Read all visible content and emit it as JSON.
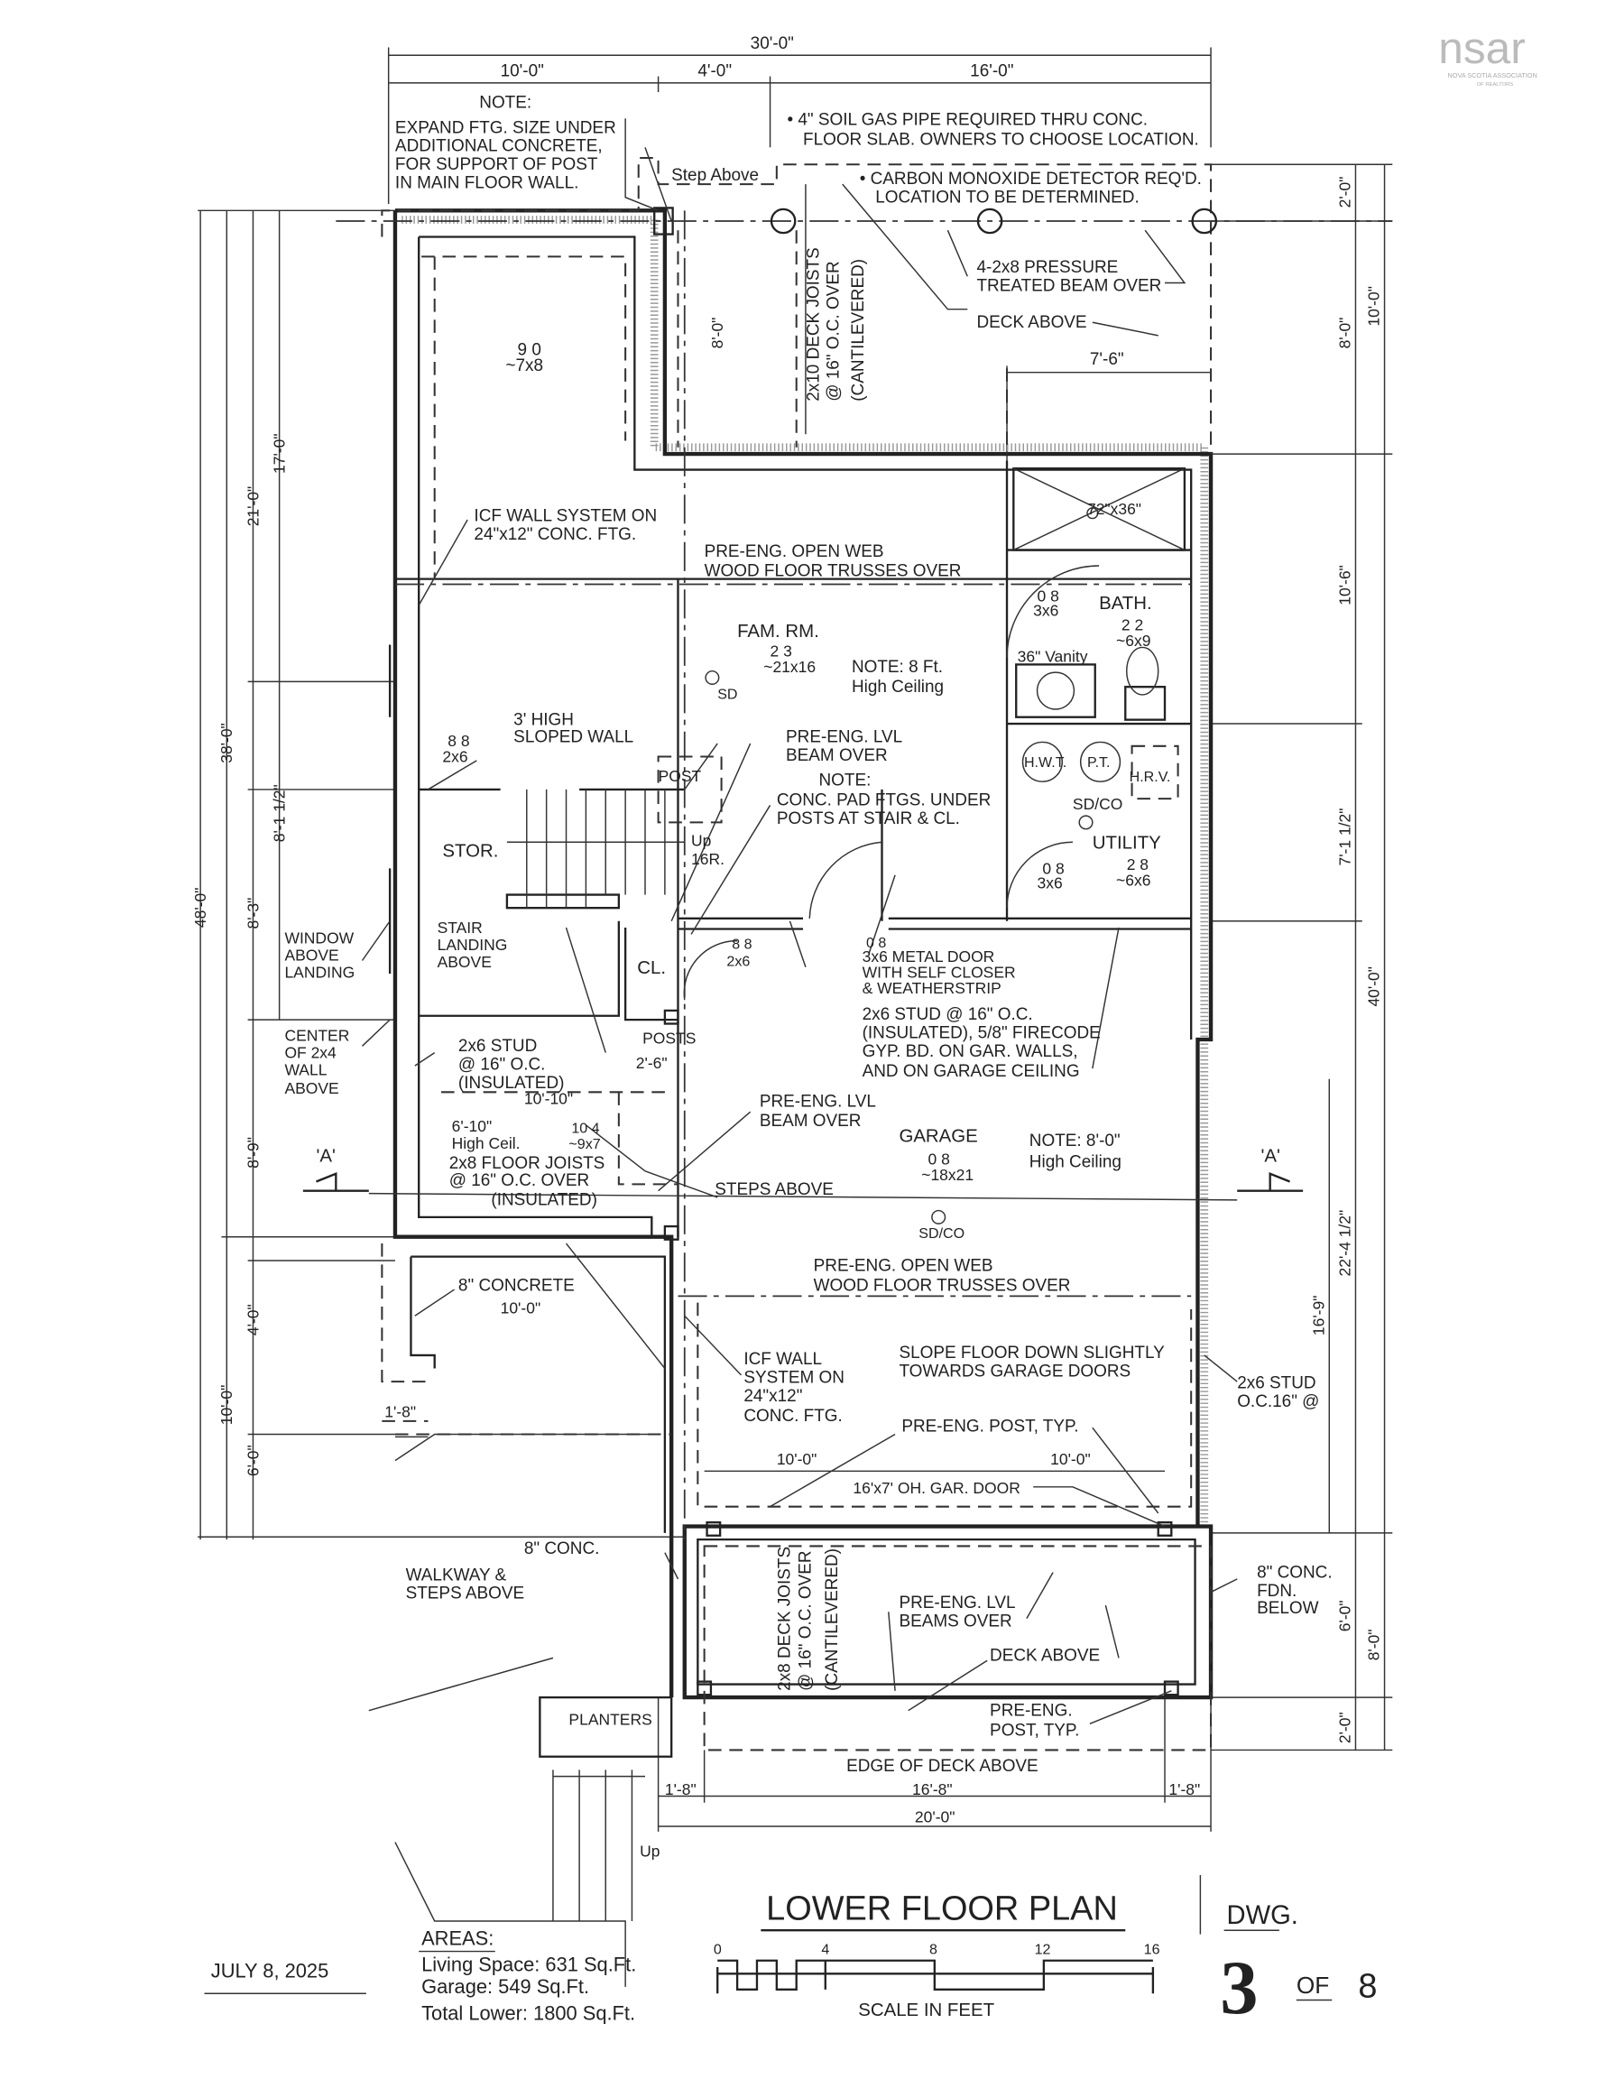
{
  "logo": {
    "text": "nsar",
    "subtitle_1": "NOVA SCOTIA ASSOCIATION",
    "subtitle_2": "OF REALTORS"
  },
  "title_block": {
    "title": "LOWER FLOOR PLAN",
    "date": "JULY 8, 2025",
    "areas_title": "AREAS:",
    "areas": [
      "Living Space: 631 Sq.Ft.",
      "Garage: 549 Sq.Ft.",
      "Total Lower: 1800 Sq.Ft."
    ],
    "scale_ticks": [
      "0",
      "4",
      "8",
      "12",
      "16"
    ],
    "scale_label": "SCALE IN FEET",
    "dwg_label": "DWG.",
    "sheet_number": "3",
    "of_label": "OF",
    "sheet_total": "8"
  },
  "labels": {
    "dim_30": "30'-0\"",
    "dim_10a": "10'-0\"",
    "dim_4": "4'-0\"",
    "dim_16": "16'-0\"",
    "note_title": "NOTE:",
    "note_1": "EXPAND FTG. SIZE UNDER",
    "note_2": "ADDITIONAL CONCRETE,",
    "note_3": "FOR SUPPORT OF POST",
    "note_4": "IN MAIN FLOOR WALL.",
    "soil_1": "• 4\" SOIL GAS PIPE REQUIRED THRU CONC.",
    "soil_2": "FLOOR SLAB. OWNERS TO CHOOSE LOCATION.",
    "step_above": "Step Above",
    "co_1": "• CARBON MONOXIDE DETECTOR REQ'D.",
    "co_2": "LOCATION TO BE DETERMINED.",
    "beam_1": "4-2x8 PRESSURE",
    "beam_2": "TREATED BEAM OVER",
    "deck_above_top": "DECK ABOVE",
    "dim_7_6": "7'-6\"",
    "joist_top_1": "2x10 DECK JOISTS",
    "joist_top_2": "@ 16\" O.C. OVER",
    "joist_top_3": "(CANTILEVERED)",
    "stor_top_a": "9 0",
    "stor_top_b": "~7x8",
    "dim_8_top": "8'-0\"",
    "r_2a": "2'-0\"",
    "r_8a": "8'-0\"",
    "r_10a": "10'-0\"",
    "r_10_6": "10'-6\"",
    "r_7_1": "7'-1 1/2\"",
    "r_40": "40'-0\"",
    "r_22_4": "22'-4 1/2\"",
    "r_16_9": "16'-9\"",
    "r_6": "6'-0\"",
    "r_8b": "8'-0\"",
    "r_2b": "2'-0\"",
    "l_21": "21'-0\"",
    "l_17": "17'-0\"",
    "l_38": "38'-0\"",
    "l_8_1": "8'-1 1/2\"",
    "l_8_3": "8'-3\"",
    "l_48": "48'-0\"",
    "l_8_9": "8'-9\"",
    "l_4": "4'-0\"",
    "l_10": "10'-0\"",
    "l_6": "6'-0\"",
    "icf_1": "ICF WALL SYSTEM ON",
    "icf_2": "24\"x12\" CONC. FTG.",
    "truss_1": "PRE-ENG. OPEN WEB",
    "truss_2": "WOOD FLOOR TRUSSES OVER",
    "shower": "72\"x36\"",
    "bath_door_a": "0 8",
    "bath_door_b": "3x6",
    "bath": "BATH.",
    "bath_a": "2 2",
    "bath_b": "~6x9",
    "fam": "FAM. RM.",
    "fam_a": "2 3",
    "fam_b": "~21x16",
    "fam_note_1": "NOTE: 8 Ft.",
    "fam_note_2": "High Ceiling",
    "vanity": "36\" Vanity",
    "sd": "SD",
    "sloped_1": "3' HIGH",
    "sloped_2": "SLOPED WALL",
    "stor_door_a": "8 8",
    "stor_door_b": "2x6",
    "lvl_1": "PRE-ENG. LVL",
    "lvl_2": "BEAM OVER",
    "post": "POST",
    "hwt": "H.W.T.",
    "pt": "P.T.",
    "hrv": "H.R.V.",
    "pad_note": "NOTE:",
    "pad_1": "CONC. PAD FTGS. UNDER",
    "pad_2": "POSTS AT STAIR & CL.",
    "sdco_1": "SD/CO",
    "up_1": "Up",
    "risers": "16R.",
    "stor": "STOR.",
    "utility": "UTILITY",
    "util_door_a": "0 8",
    "util_door_b": "3x6",
    "util_a": "2 8",
    "util_b": "~6x6",
    "window_1": "WINDOW",
    "window_2": "ABOVE",
    "window_3": "LANDING",
    "landing_1": "STAIR",
    "landing_2": "LANDING",
    "landing_3": "ABOVE",
    "cl_door_a": "8 8",
    "cl_door_b": "2x6",
    "metal_a": "0 8",
    "metal_1": "3x6 METAL DOOR",
    "metal_2": "WITH SELF CLOSER",
    "metal_3": "& WEATHERSTRIP",
    "cl": "CL.",
    "center_1": "CENTER",
    "center_2": "OF 2x4",
    "center_3": "WALL",
    "center_4": "ABOVE",
    "posts": "POSTS",
    "fire_1": "2x6 STUD @ 16\" O.C.",
    "fire_2": "(INSULATED), 5/8\" FIRECODE",
    "fire_3": "GYP. BD. ON GAR. WALLS,",
    "fire_4": "AND ON GARAGE CEILING",
    "stud_1": "2x6 STUD",
    "stud_2": "@ 16\" O.C.",
    "stud_3": "(INSULATED)",
    "dim_2_6": "2'-6\"",
    "dim_10_10": "10'-10\"",
    "lvl2_1": "PRE-ENG. LVL",
    "lvl2_2": "BEAM OVER",
    "ceil_1": "6'-10\"",
    "ceil_2": "High Ceil.",
    "low_a": "10 4",
    "low_b": "~9x7",
    "garage": "GARAGE",
    "garage_a": "0 8",
    "garage_b": "~18x21",
    "gar_note_1": "NOTE: 8'-0\"",
    "gar_note_2": "High Ceiling",
    "sec_a_left": "'A'",
    "sec_a_right": "'A'",
    "fj_1": "2x8 FLOOR JOISTS",
    "fj_2": "@ 16\" O.C. OVER",
    "fj_3": "(INSULATED)",
    "steps_above": "STEPS ABOVE",
    "sdco_2": "SD/CO",
    "truss2_1": "PRE-ENG. OPEN WEB",
    "truss2_2": "WOOD FLOOR TRUSSES OVER",
    "concrete_8": "8\" CONCRETE",
    "dim_10_c": "10'-0\"",
    "slope_1": "SLOPE FLOOR DOWN SLIGHTLY",
    "slope_2": "TOWARDS GARAGE DOORS",
    "icf2_1": "ICF WALL",
    "icf2_2": "SYSTEM ON",
    "icf2_3": "24\"x12\"",
    "icf2_4": "CONC. FTG.",
    "stud2_1": "2x6 STUD",
    "stud2_2": "O.C.16\" @",
    "dim_1_8a": "1'-8\"",
    "post_typ": "PRE-ENG. POST, TYP.",
    "dim_10_g1": "10'-0\"",
    "dim_10_g2": "10'-0\"",
    "gar_door": "16'x7' OH. GAR. DOOR",
    "conc_8": "8\" CONC.",
    "walk_1": "WALKWAY &",
    "walk_2": "STEPS ABOVE",
    "fdn_1": "8\" CONC.",
    "fdn_2": "FDN.",
    "fdn_3": "BELOW",
    "lvl3_1": "PRE-ENG. LVL",
    "lvl3_2": "BEAMS OVER",
    "deck_above_bot": "DECK ABOVE",
    "joist_bot_1": "2x8 DECK JOISTS",
    "joist_bot_2": "@ 16\" O.C. OVER",
    "joist_bot_3": "(CANTILEVERED)",
    "post2_1": "PRE-ENG.",
    "post2_2": "POST, TYP.",
    "planters": "PLANTERS",
    "edge_deck": "EDGE OF DECK ABOVE",
    "dim_1_8b": "1'-8\"",
    "dim_16_8": "16'-8\"",
    "dim_1_8c": "1'-8\"",
    "dim_20": "20'-0\"",
    "up_2": "Up"
  }
}
